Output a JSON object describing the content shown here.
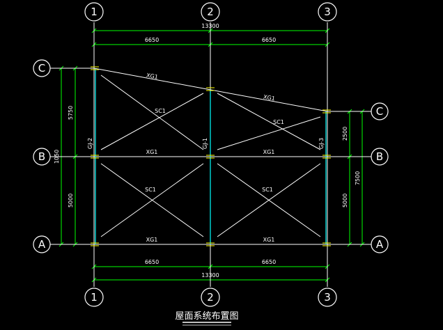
{
  "drawing": {
    "title": "屋面系统布置图",
    "axes_vertical": [
      "1",
      "2",
      "3"
    ],
    "axes_horizontal": [
      "A",
      "B",
      "C"
    ],
    "dim_top_total": "13300",
    "dim_top_spans": [
      "6650",
      "6650"
    ],
    "dim_bottom_total": "13300",
    "dim_bottom_spans": [
      "6650",
      "6650"
    ],
    "dim_left": [
      "5750",
      "5000"
    ],
    "dim_left_offset": "1050",
    "dim_right": [
      "2500",
      "5000",
      "7500"
    ],
    "column_labels": [
      "GJ-2",
      "GJ-1",
      "GJ-3"
    ],
    "tie_label": "XG1",
    "brace_label": "SC1",
    "colors": {
      "background": "#000000",
      "dimension": "#00ff00",
      "axis": "#ffffff",
      "column": "#00ffff",
      "member": "#ffffff"
    }
  }
}
